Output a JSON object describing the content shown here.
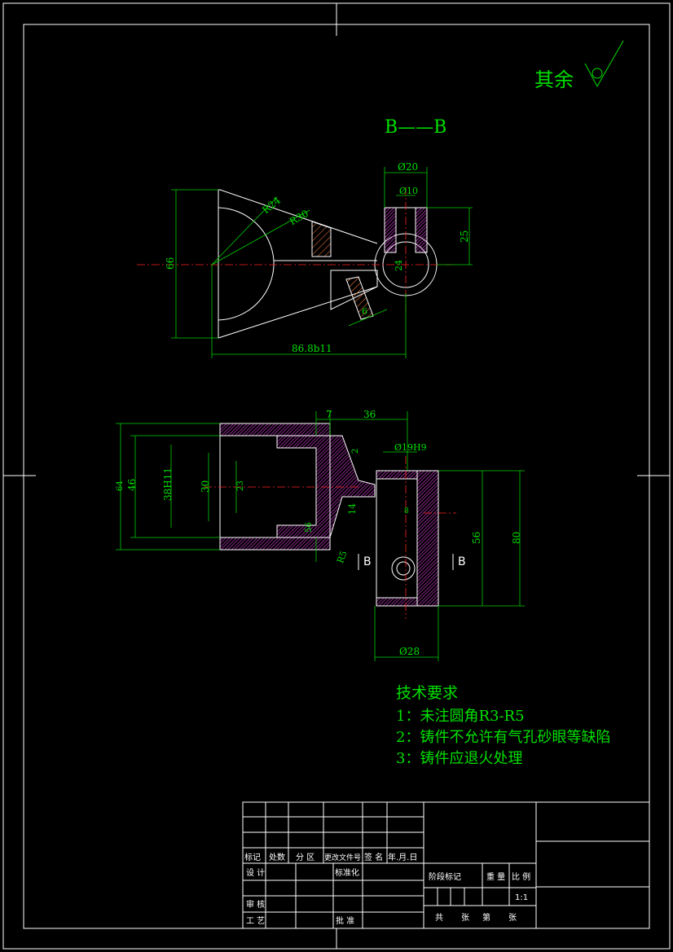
{
  "roughness_label": "其余",
  "section_label": "B——B",
  "top_view": {
    "dims": {
      "d20": "Ø20",
      "d10": "Ø10",
      "h25": "25",
      "h66": "66",
      "r24": "R24",
      "r30": "R30",
      "d24": "24",
      "w6": "6",
      "len": "86.8b11"
    }
  },
  "front_view": {
    "dims": {
      "w7": "7",
      "w36": "36",
      "d19": "Ø19H9",
      "h2": "2",
      "h64": "64",
      "h46": "46",
      "h38": "38H11",
      "h30": "30",
      "h23": "23",
      "h14": "14",
      "h56a": "56",
      "h56b": "56",
      "h80": "80",
      "d28": "Ø28",
      "r5": "R5",
      "b_left": "B",
      "b_right": "B",
      "w8": "8"
    }
  },
  "tech_req": {
    "title": "技术要求",
    "items": [
      "1：未注圆角R3-R5",
      "2：铸件不允许有气孔砂眼等缺陷",
      "3：铸件应退火处理"
    ]
  },
  "title_block": {
    "mark": "标记",
    "count": "处数",
    "zone": "分 区",
    "change_doc": "更改文件号",
    "signature": "签 名",
    "date": "年.月.日",
    "design": "设 计",
    "standardize": "标准化",
    "stage_mark": "阶段标记",
    "weight": "重 量",
    "scale": "比 例",
    "scale_value": "1:1",
    "review": "审 核",
    "process": "工 艺",
    "approve": "批 准",
    "sheets_total": "共",
    "sheets_unit": "张",
    "sheet_no": "第",
    "sheet_unit2": "张"
  },
  "colors": {
    "background": "#000000",
    "outline": "#ffffff",
    "dimension": "#00d000",
    "text": "#00e000",
    "centerline": "#ff2020",
    "hatch": "#e040e0"
  }
}
